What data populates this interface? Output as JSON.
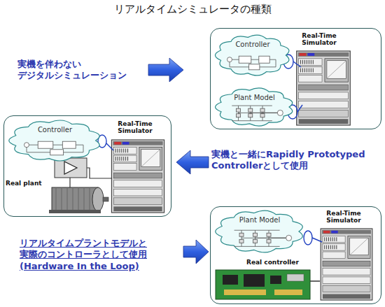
{
  "diagram": {
    "title": "リアルタイムシミュレータの種類",
    "nodes": [
      {
        "text": [
          "Real-Time Simulator"
        ]
      },
      {
        "text": [
          "Controller"
        ],
        "in": 0
      },
      {
        "text": [
          "Plant Model"
        ],
        "in": 0
      },
      {
        "text": [
          "Real-Time Simulator"
        ]
      },
      {
        "text": [
          "Controller"
        ],
        "in": 3
      },
      {
        "text": [
          "Real-Time Simulator"
        ]
      },
      {
        "text": [
          "Plant Model"
        ],
        "in": 5
      }
    ],
    "labels": [
      "実機を伴わない デジタルシミュレーション",
      "実機と一緒にRapidly Prototyped Controllerとして使用",
      "リアルタイムプラントモデルと 実際のコントローラとして使用 (Hardware In the Loop)",
      "Real plant",
      "Real controller"
    ]
  }
}
